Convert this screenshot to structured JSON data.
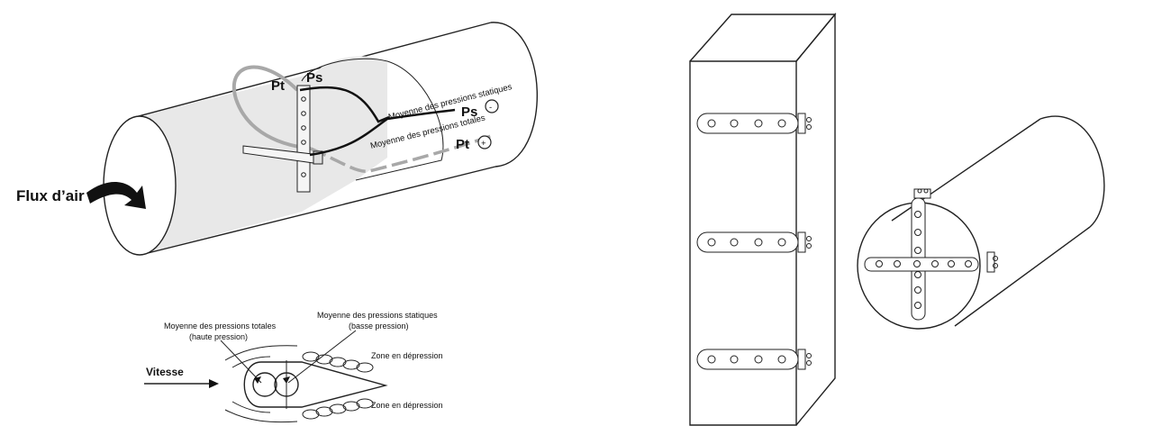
{
  "pipe_diagram": {
    "flow_label": "Flux d’air",
    "pt_probe_label": "Pt",
    "ps_probe_label": "Ps",
    "static_avg_label": "Moyenne des pressions statiques",
    "total_avg_label": "Moyenne des pressions totales",
    "ps_output_label": "Ps",
    "ps_sign": "-",
    "pt_output_label": "Pt",
    "pt_sign": "+"
  },
  "section_diagram": {
    "total_label_line1": "Moyenne des pressions totales",
    "total_label_line2": "(haute pression)",
    "static_label_line1": "Moyenne des pressions statiques",
    "static_label_line2": "(basse pression)",
    "velocity_label": "Vitesse",
    "depression_top_label": "Zone en dépression",
    "depression_bottom_label": "Zone en dépression"
  },
  "colors": {
    "pipe_fill": "#e8e8e8",
    "tube_gray": "#a8a8a8",
    "tube_black": "#111111",
    "line": "#222222"
  }
}
